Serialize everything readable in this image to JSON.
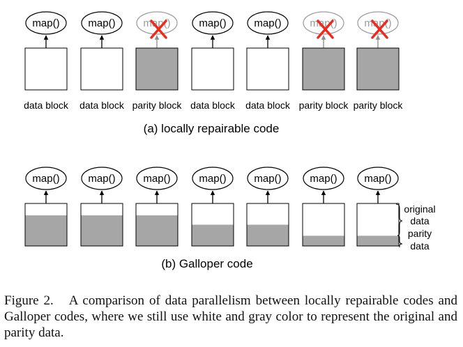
{
  "map_label": "map()",
  "part_a": {
    "title": "(a) locally repairable code",
    "blocks": [
      {
        "type": "data",
        "label": "data block",
        "failed": false
      },
      {
        "type": "data",
        "label": "data block",
        "failed": false
      },
      {
        "type": "parity",
        "label": "parity block",
        "failed": true
      },
      {
        "type": "data",
        "label": "data block",
        "failed": false
      },
      {
        "type": "data",
        "label": "data block",
        "failed": false
      },
      {
        "type": "parity",
        "label": "parity block",
        "failed": true
      },
      {
        "type": "parity",
        "label": "parity block",
        "failed": true
      }
    ]
  },
  "part_b": {
    "title": "(b) Galloper code",
    "parity_fraction": [
      0.72,
      0.72,
      0.72,
      0.5,
      0.5,
      0.24,
      0.24
    ],
    "legend": {
      "original_line1": "original",
      "original_line2": "data",
      "parity_line1": "parity",
      "parity_line2": "data"
    }
  },
  "caption": {
    "label": "Figure 2.",
    "text": "A comparison of data parallelism between locally repairable codes and Galloper codes, where we still use white and gray color to represent the original and parity data."
  },
  "colors": {
    "parity": "#a6a6a6",
    "failed": "#a6a6a6",
    "cross": "#ee2a1c",
    "stroke": "#000000"
  }
}
